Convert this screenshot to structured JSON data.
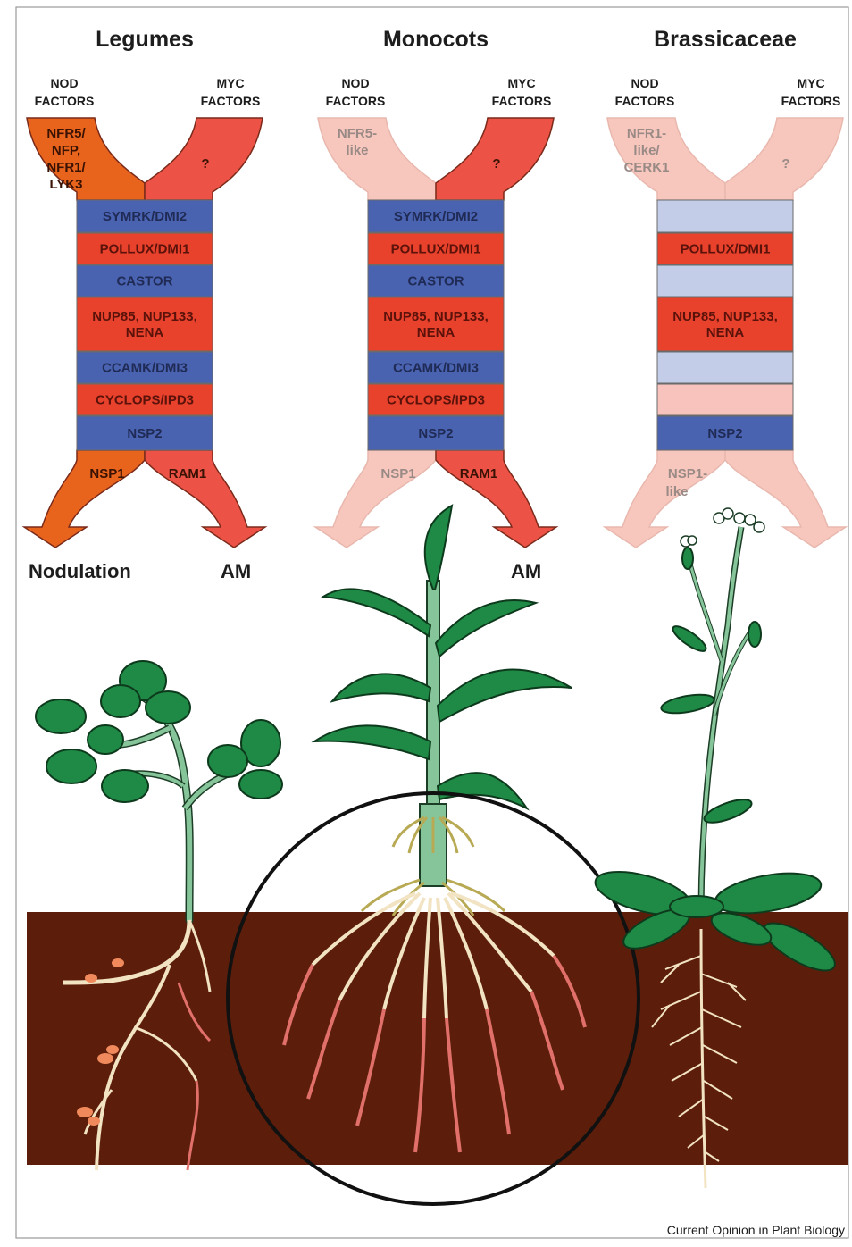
{
  "columns": [
    {
      "title": "Legumes",
      "nod_factors_label": [
        "NOD",
        "FACTORS"
      ],
      "myc_factors_label": [
        "MYC",
        "FACTORS"
      ],
      "nod_receptor": [
        "NFR5/",
        "NFP,",
        "NFR1/",
        "LYK3"
      ],
      "myc_receptor": "?",
      "blocks": [
        {
          "label": [
            "SYMRK/DMI2"
          ],
          "color": "#4a63b0",
          "text_color": "#1f2a55"
        },
        {
          "label": [
            "POLLUX/DMI1"
          ],
          "color": "#e8412c",
          "text_color": "#5a120a"
        },
        {
          "label": [
            "CASTOR"
          ],
          "color": "#4a63b0",
          "text_color": "#1f2a55"
        },
        {
          "label": [
            "NUP85, NUP133,",
            "NENA"
          ],
          "color": "#e8412c",
          "text_color": "#5a120a"
        },
        {
          "label": [
            "CCAMK/DMI3"
          ],
          "color": "#4a63b0",
          "text_color": "#1f2a55"
        },
        {
          "label": [
            "CYCLOPS/IPD3"
          ],
          "color": "#e8412c",
          "text_color": "#5a120a"
        },
        {
          "label": [
            "NSP2"
          ],
          "color": "#4a63b0",
          "text_color": "#1f2a55"
        }
      ],
      "left_output": "NSP1",
      "right_output": "RAM1",
      "left_outcome": "Nodulation",
      "right_outcome": "AM"
    },
    {
      "title": "Monocots",
      "nod_factors_label": [
        "NOD",
        "FACTORS"
      ],
      "myc_factors_label": [
        "MYC",
        "FACTORS"
      ],
      "nod_receptor": [
        "NFR5-",
        "like"
      ],
      "myc_receptor": "?",
      "blocks": [
        {
          "label": [
            "SYMRK/DMI2"
          ],
          "color": "#4a63b0",
          "text_color": "#1f2a55"
        },
        {
          "label": [
            "POLLUX/DMI1"
          ],
          "color": "#e8412c",
          "text_color": "#5a120a"
        },
        {
          "label": [
            "CASTOR"
          ],
          "color": "#4a63b0",
          "text_color": "#1f2a55"
        },
        {
          "label": [
            "NUP85, NUP133,",
            "NENA"
          ],
          "color": "#e8412c",
          "text_color": "#5a120a"
        },
        {
          "label": [
            "CCAMK/DMI3"
          ],
          "color": "#4a63b0",
          "text_color": "#1f2a55"
        },
        {
          "label": [
            "CYCLOPS/IPD3"
          ],
          "color": "#e8412c",
          "text_color": "#5a120a"
        },
        {
          "label": [
            "NSP2"
          ],
          "color": "#4a63b0",
          "text_color": "#1f2a55"
        }
      ],
      "left_output": "NSP1",
      "right_output": "RAM1",
      "left_outcome": "",
      "right_outcome": "AM"
    },
    {
      "title": "Brassicaceae",
      "nod_factors_label": [
        "NOD",
        "FACTORS"
      ],
      "myc_factors_label": [
        "MYC",
        "FACTORS"
      ],
      "nod_receptor": [
        "NFR1-",
        "like/",
        "CERK1"
      ],
      "myc_receptor": "?",
      "blocks": [
        {
          "label": [],
          "color": "#c3cde8",
          "text_color": "#1f2a55"
        },
        {
          "label": [
            "POLLUX/DMI1"
          ],
          "color": "#e8412c",
          "text_color": "#5a120a"
        },
        {
          "label": [],
          "color": "#c3cde8",
          "text_color": "#1f2a55"
        },
        {
          "label": [
            "NUP85, NUP133,",
            "NENA"
          ],
          "color": "#e8412c",
          "text_color": "#5a120a"
        },
        {
          "label": [],
          "color": "#c3cde8",
          "text_color": "#1f2a55"
        },
        {
          "label": [],
          "color": "#f7c3bc",
          "text_color": "#5a120a"
        },
        {
          "label": [
            "NSP2"
          ],
          "color": "#4a63b0",
          "text_color": "#1f2a55"
        }
      ],
      "left_output": "NSP1-like",
      "right_output": "",
      "left_outcome": "",
      "right_outcome": ""
    }
  ],
  "colors": {
    "nod_arm_active": "#e8641c",
    "myc_arm_active": "#ec5346",
    "arm_faded": "#f7c7bd",
    "faded_text": "#9a8a86",
    "soil": "#5c1e0b",
    "leaf": "#1f8a46",
    "stem": "#86c59a",
    "root_pale": "#f2e3c3",
    "root_red": "#e2706a",
    "root_hair_yellow": "#b8aa55"
  },
  "credit": "Current Opinion in Plant Biology"
}
